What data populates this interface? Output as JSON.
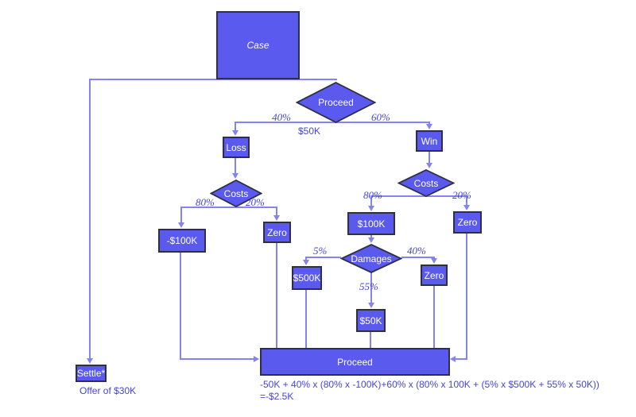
{
  "diagram": {
    "type": "decision-tree",
    "nodes": {
      "case": "Case",
      "proceed_decision": "Proceed",
      "loss": "Loss",
      "win": "Win",
      "costs_left": "Costs",
      "costs_right": "Costs",
      "neg_100k": "-$100K",
      "zero_left": "Zero",
      "pos_100k": "$100K",
      "zero_right": "Zero",
      "damages": "Damages",
      "k500": "$500K",
      "k50": "$50K",
      "zero_mid": "Zero",
      "proceed_outcome": "Proceed",
      "settle": "Settle*"
    },
    "edge_labels": {
      "loss_pct": "40%",
      "win_pct": "60%",
      "proceed_cost": "$50K",
      "loss_costs_80": "80%",
      "loss_costs_20": "20%",
      "win_costs_80": "80%",
      "win_costs_20": "20%",
      "damages_5": "5%",
      "damages_55": "55%",
      "damages_40": "40%"
    },
    "annotations": {
      "settle_offer": "Offer of $30K",
      "ev_formula": "-50K + 40% x (80% x -100K)+60% x (80% x 100K + (5% x $500K + 55% x 50K))",
      "ev_result": "=-$2.5K"
    },
    "colors": {
      "node_fill": "#5a5aee",
      "node_border": "#2e2e44",
      "connector": "#8484f0",
      "label_text": "#4545d8",
      "node_text": "#ffffff",
      "background": "#ffffff"
    }
  }
}
